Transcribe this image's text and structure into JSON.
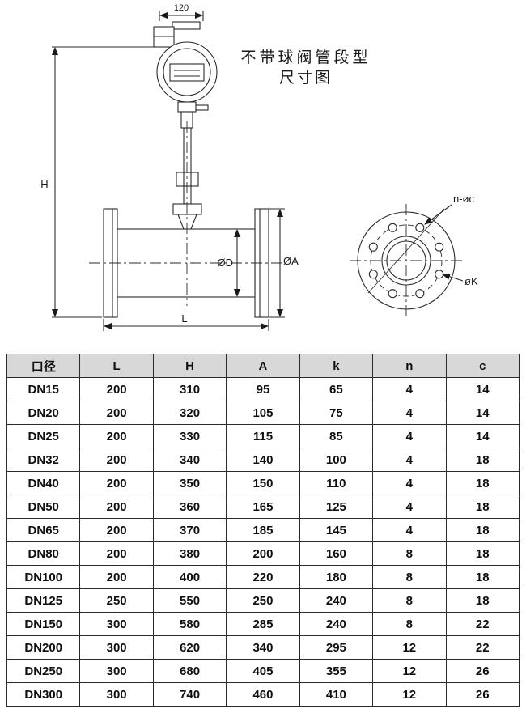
{
  "title": {
    "line1": "不带球阀管段型",
    "line2": "尺寸图"
  },
  "drawing": {
    "dim_width_top": "120",
    "dim_height": "H",
    "dim_inner_diameter": "ØD",
    "dim_flange_diameter": "ØA",
    "dim_length": "L",
    "flange_bolt_label": "n-øc",
    "flange_bolt_circle_label": "øK"
  },
  "table": {
    "headers": [
      "口径",
      "L",
      "H",
      "A",
      "k",
      "n",
      "c"
    ],
    "rows": [
      [
        "DN15",
        "200",
        "310",
        "95",
        "65",
        "4",
        "14"
      ],
      [
        "DN20",
        "200",
        "320",
        "105",
        "75",
        "4",
        "14"
      ],
      [
        "DN25",
        "200",
        "330",
        "115",
        "85",
        "4",
        "14"
      ],
      [
        "DN32",
        "200",
        "340",
        "140",
        "100",
        "4",
        "18"
      ],
      [
        "DN40",
        "200",
        "350",
        "150",
        "110",
        "4",
        "18"
      ],
      [
        "DN50",
        "200",
        "360",
        "165",
        "125",
        "4",
        "18"
      ],
      [
        "DN65",
        "200",
        "370",
        "185",
        "145",
        "4",
        "18"
      ],
      [
        "DN80",
        "200",
        "380",
        "200",
        "160",
        "8",
        "18"
      ],
      [
        "DN100",
        "200",
        "400",
        "220",
        "180",
        "8",
        "18"
      ],
      [
        "DN125",
        "250",
        "550",
        "250",
        "240",
        "8",
        "18"
      ],
      [
        "DN150",
        "300",
        "580",
        "285",
        "240",
        "8",
        "22"
      ],
      [
        "DN200",
        "300",
        "620",
        "340",
        "295",
        "12",
        "22"
      ],
      [
        "DN250",
        "300",
        "680",
        "405",
        "355",
        "12",
        "26"
      ],
      [
        "DN300",
        "300",
        "740",
        "460",
        "410",
        "12",
        "26"
      ]
    ]
  }
}
